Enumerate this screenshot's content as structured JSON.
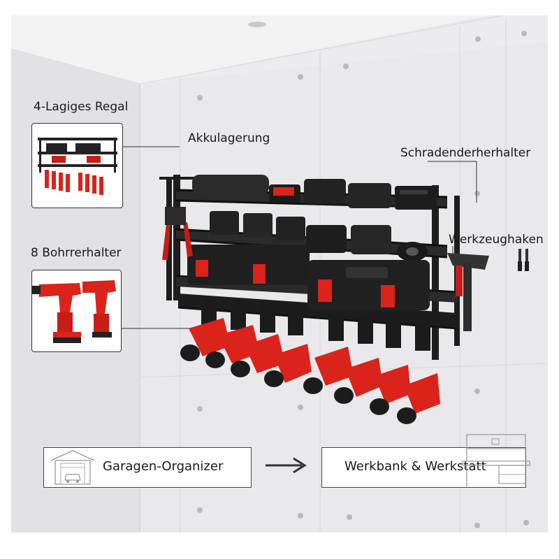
{
  "labels": {
    "shelf_title": "4-Lagiges Regal",
    "battery_storage": "Akkulagerung",
    "screwdriver_holder": "Schradenderherhalter",
    "drill_holders": "8 Bohrrerhalter",
    "tool_hooks": "Werkzeughaken"
  },
  "footer": {
    "left_box": "Garagen-Organizer",
    "right_box": "Werkbank & Werkstatt"
  },
  "icons": {
    "garage": "garage-icon",
    "arrow": "arrow-right-icon",
    "workbench": "workbench-icon",
    "screwdrivers": "screwdriver-icon"
  },
  "colors": {
    "accent_red": "#d9231b",
    "rack_black": "#1e1e1e",
    "wall": "#e9e9ea"
  }
}
